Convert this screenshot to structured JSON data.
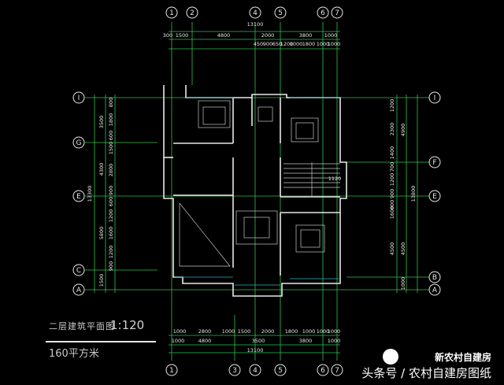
{
  "drawing": {
    "title": "二层建筑平面图",
    "scale": "1:120",
    "area": "160平方米"
  },
  "axes": {
    "top": [
      "1",
      "2",
      "4",
      "5",
      "6",
      "7"
    ],
    "bottom": [
      "1",
      "3",
      "4",
      "5",
      "6",
      "7"
    ],
    "left": [
      "I",
      "G",
      "E",
      "C",
      "A"
    ],
    "right": [
      "I",
      "F",
      "E",
      "B",
      "A"
    ]
  },
  "dimensions": {
    "top_total": "13100",
    "top_row1": [
      "300",
      "1500",
      "4800",
      "2000",
      "3800",
      "1000"
    ],
    "top_row2": [
      "450",
      "900",
      "650",
      "1200",
      "1000",
      "1800",
      "1000",
      "1000"
    ],
    "bottom_row1": [
      "1000",
      "2800",
      "1000",
      "1500",
      "2000",
      "1800",
      "1000",
      "1000",
      "1000"
    ],
    "bottom_row2": [
      "1000",
      "4800",
      "3500",
      "3800",
      "1000"
    ],
    "bottom_total": "13100",
    "left_total": "13300",
    "left_outer": [
      "3500",
      "4300",
      "5800",
      "1500"
    ],
    "left_inner": [
      "800",
      "1800",
      "600",
      "1500",
      "2800",
      "900",
      "600",
      "1200",
      "1600",
      "1200",
      "900"
    ],
    "right_total": "13800",
    "right_outer": [
      "4900",
      "4500",
      "1000"
    ],
    "right_inner": [
      "1200",
      "2300",
      "1400",
      "700",
      "1200",
      "900",
      "600",
      "1600",
      "4500"
    ],
    "stair_note": "1120"
  },
  "watermark": {
    "brand": "新农村自建房",
    "line": "头条号 / 农村自建房图纸"
  }
}
